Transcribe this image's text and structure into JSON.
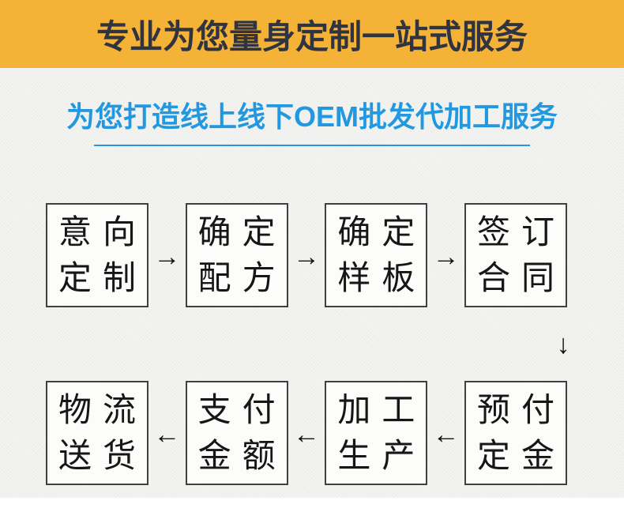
{
  "banner": {
    "title": "专业为您量身定制一站式服务",
    "bg_color": "#f4b236",
    "text_color": "#2f3440"
  },
  "subtitle": {
    "text": "为您打造线上线下OEM批发代加工服务",
    "color": "#2198df"
  },
  "flow": {
    "arrow_right": "→",
    "arrow_left": "←",
    "arrow_down": "↓",
    "row1": [
      {
        "line1": "意向",
        "line2": "定制"
      },
      {
        "line1": "确定",
        "line2": "配方"
      },
      {
        "line1": "确定",
        "line2": "样板"
      },
      {
        "line1": "签订",
        "line2": "合同"
      }
    ],
    "row2": [
      {
        "line1": "物流",
        "line2": "送货"
      },
      {
        "line1": "支付",
        "line2": "金额"
      },
      {
        "line1": "加工",
        "line2": "生产"
      },
      {
        "line1": "预付",
        "line2": "定金"
      }
    ]
  }
}
